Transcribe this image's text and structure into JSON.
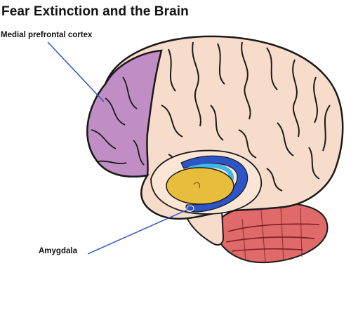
{
  "diagram": {
    "title": "Fear Extinction and the Brain",
    "labels": {
      "medial_prefrontal_cortex": "Medial prefrontal cortex",
      "amygdala": "Amygdala"
    },
    "colors": {
      "prefrontal": "#c08ec4",
      "cortex": "#f8dccb",
      "cerebellum": "#e06a6a",
      "thalamus": "#e8bd3c",
      "hippocampus_dark": "#2d55c8",
      "hippocampus_light": "#3fb7e8",
      "outline": "#1a1a1a",
      "leader_line": "#2d55c8"
    }
  }
}
